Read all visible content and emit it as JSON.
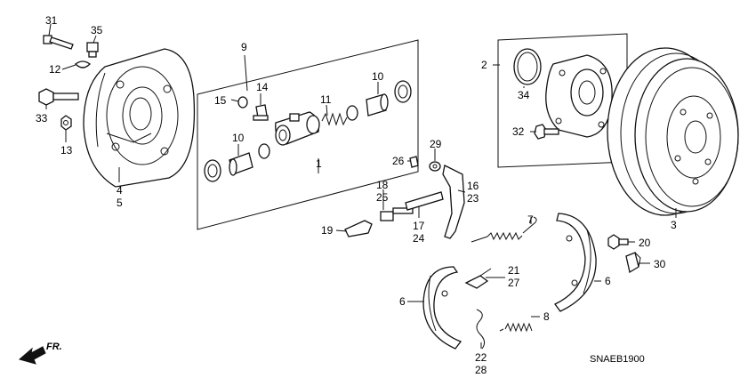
{
  "diagram": {
    "code": "SNAEB1900",
    "direction_label": "FR.",
    "callouts": [
      "31",
      "35",
      "12",
      "33",
      "13",
      "4",
      "5",
      "9",
      "14",
      "15",
      "10",
      "11",
      "10",
      "1",
      "29",
      "26",
      "16",
      "23",
      "18",
      "25",
      "17",
      "24",
      "19",
      "7",
      "21",
      "27",
      "22",
      "28",
      "6",
      "8",
      "6",
      "2",
      "34",
      "32",
      "3",
      "20",
      "30"
    ]
  }
}
